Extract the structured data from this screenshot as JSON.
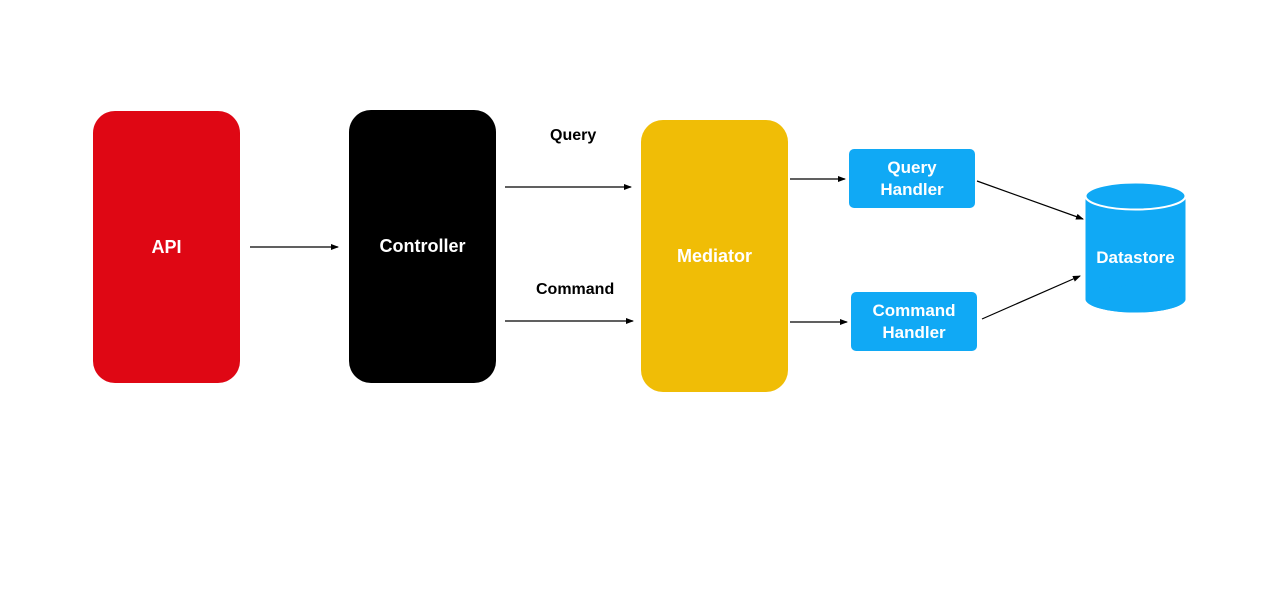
{
  "nodes": {
    "api": "API",
    "controller": "Controller",
    "mediator": "Mediator",
    "query_handler": [
      "Query",
      "Handler"
    ],
    "command_handler": [
      "Command",
      "Handler"
    ],
    "datastore": "Datastore"
  },
  "edge_labels": {
    "query": "Query",
    "command": "Command"
  },
  "colors": {
    "api": "#df0714",
    "controller": "#000000",
    "mediator": "#f0bd06",
    "handler": "#10a9f5",
    "datastore": "#10a9f5"
  }
}
